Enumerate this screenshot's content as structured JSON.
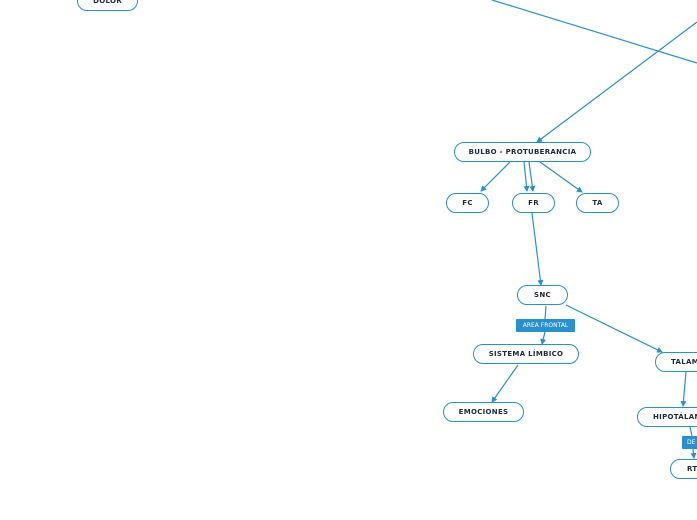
{
  "theme": {
    "link_color": "#2a8fd0",
    "node_border": "#2a8fd0",
    "node_text": "#1d2b3a",
    "label_bg": "#2a8fd0",
    "label_text": "#ffffff"
  },
  "nodes": {
    "dolor": "DOLOR",
    "bulbo": "BULBO - PROTUBERANCIA",
    "fc": "FC",
    "fr": "FR",
    "ta": "TA",
    "snc": "SNC",
    "sistema_limbico": "SISTEMA LÍMBICO",
    "emociones": "EMOCIONES",
    "talamo": "TALAM",
    "hipotalamo": "HIPOTÁLAN",
    "rt": "RT"
  },
  "edge_labels": {
    "area_frontal": "AREA FRONTAL",
    "de": "DE"
  }
}
